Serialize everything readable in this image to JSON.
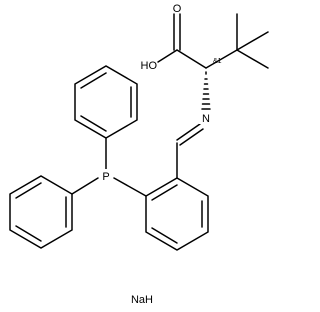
{
  "molecule": {
    "atoms": {
      "carbonyl_o": "O",
      "hydroxyl": "HO",
      "stereo": "&1",
      "imine_n": "N",
      "phosphorus": "P",
      "counterion": "NaH"
    }
  }
}
